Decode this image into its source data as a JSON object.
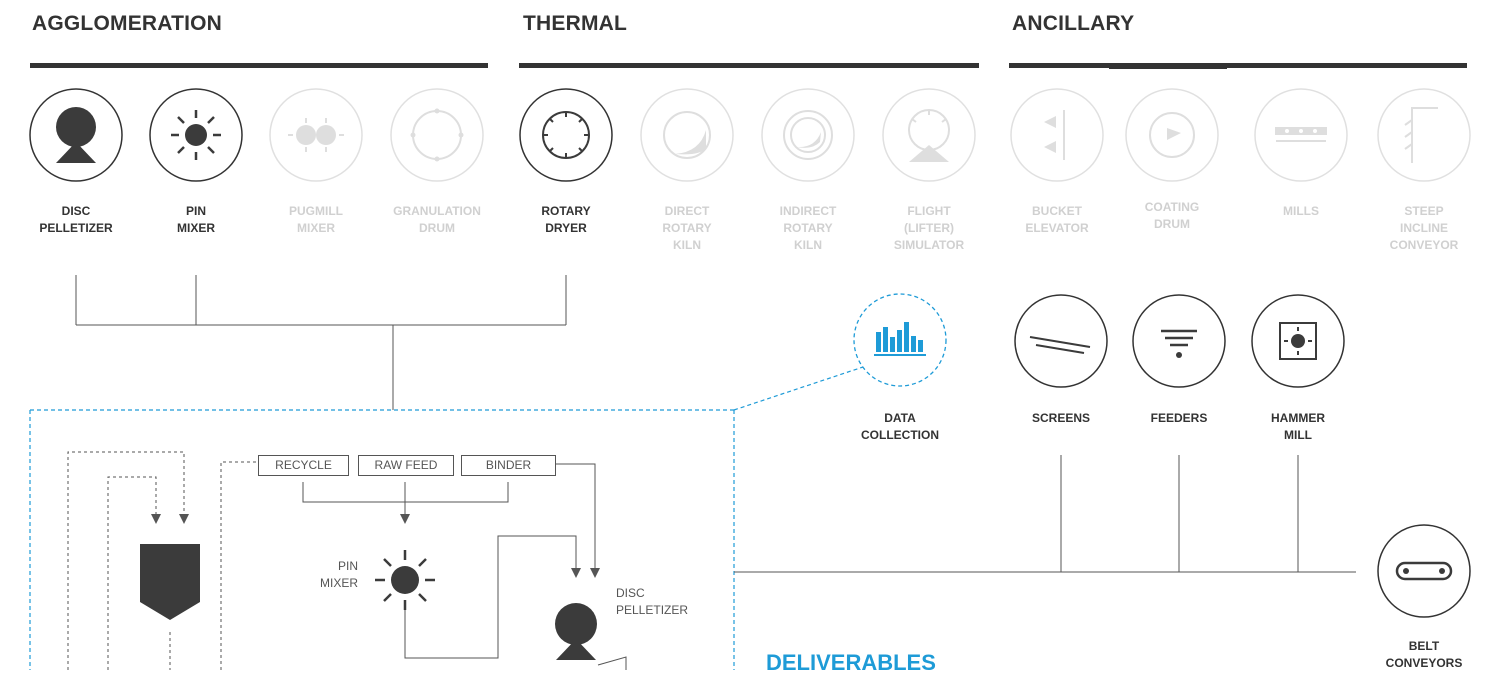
{
  "sections": {
    "agglomeration": "AGGLOMERATION",
    "thermal": "THERMAL",
    "ancillary": "ANCILLARY"
  },
  "equipment": {
    "disc_pelletizer": "DISC\nPELLETIZER",
    "pin_mixer": "PIN\nMIXER",
    "pugmill_mixer": "PUGMILL\nMIXER",
    "granulation_drum": "GRANULATION\nDRUM",
    "rotary_dryer": "ROTARY\nDRYER",
    "direct_rotary_kiln": "DIRECT\nROTARY\nKILN",
    "indirect_rotary_kiln": "INDIRECT\nROTARY\nKILN",
    "flight_simulator": "FLIGHT\n(LIFTER)\nSIMULATOR",
    "bucket_elevator": "BUCKET\nELEVATOR",
    "coating_drum": "COATING\nDRUM",
    "mills": "MILLS",
    "steep_incline_conveyor": "STEEP\nINCLINE\nCONVEYOR",
    "data_collection": "DATA\nCOLLECTION",
    "screens": "SCREENS",
    "feeders": "FEEDERS",
    "hammer_mill": "HAMMER\nMILL",
    "belt_conveyors": "BELT\nCONVEYORS"
  },
  "flow": {
    "recycle": "RECYCLE",
    "raw_feed": "RAW FEED",
    "binder": "BINDER",
    "pin_mixer": "PIN\nMIXER",
    "disc_pelletizer": "DISC\nPELLETIZER"
  },
  "deliverables": "DELIVERABLES",
  "colors": {
    "active": "#333333",
    "inactive": "#d0d0d0",
    "accent": "#1e9bd7",
    "line": "#555555"
  }
}
